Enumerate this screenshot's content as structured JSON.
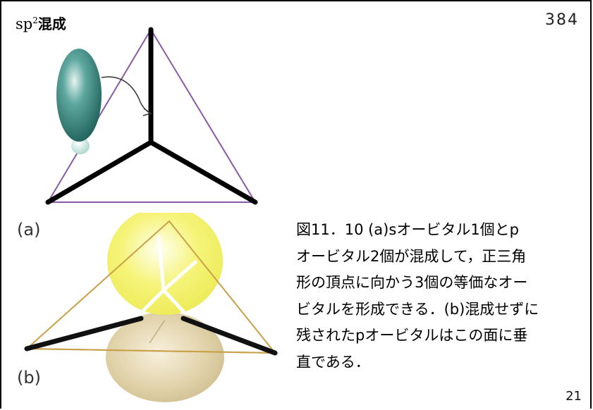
{
  "slide": {
    "hybrid_title": {
      "base": "sp",
      "superscript": "2",
      "text": "混成"
    },
    "page_number_top": "384",
    "page_number_bottom": "21",
    "label_a": "(a)",
    "label_b": "(b)",
    "caption_lines": [
      "図11．10 (a)sオービタル1個とp",
      "オービタル2個が混成して，正三角",
      "形の頂点に向かう3個の等価なオー",
      "ビタルを形成できる．(b)混成せずに",
      "残されたpオービタルはこの面に垂",
      "直である．"
    ]
  },
  "colors": {
    "triangle_outline": "#8a5aa8",
    "bond": "#000000",
    "s_orbital_lobe": "#2f7f78",
    "p_lobe_top": "#f3f26a",
    "p_lobe_bottom": "#d9c9a0",
    "triangle_bottom": "#c8a14a"
  },
  "icons": [
    "sp2-hybrid-orbital-diagram",
    "trigonal-planar-p-orbital-diagram",
    "curved-arrow-icon"
  ]
}
